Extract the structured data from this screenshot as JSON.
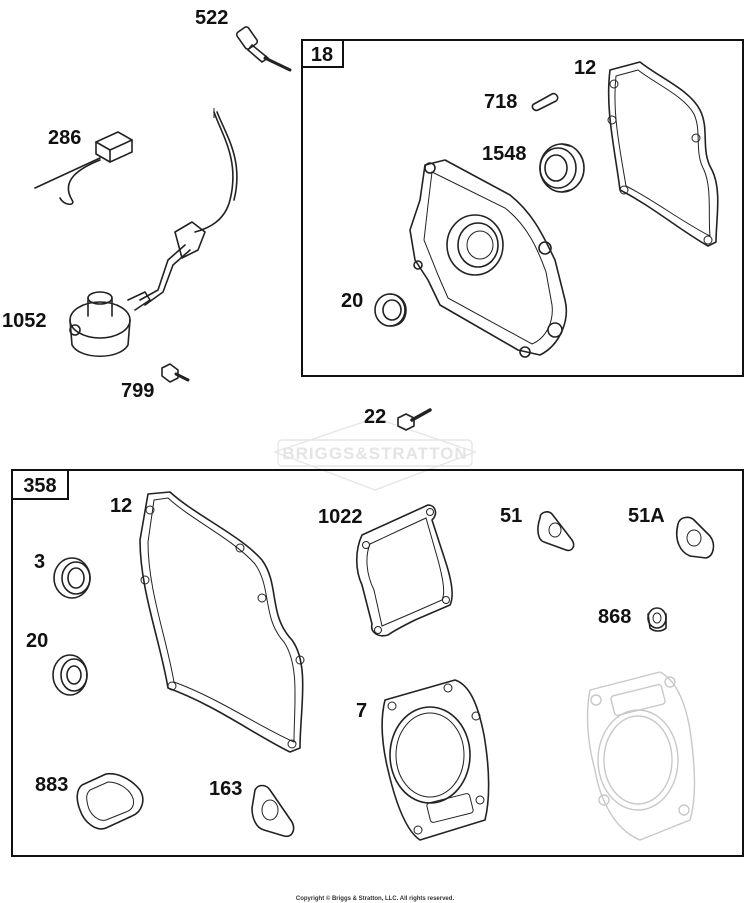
{
  "watermark": "BRIGGS&STRATTON",
  "copyright": "Copyright © Briggs & Stratton, LLC. All rights reserved.",
  "boxes": {
    "crankcase_cover": "18",
    "gasket_set": "358"
  },
  "labels": {
    "p522": "522",
    "p286": "286",
    "p1052": "1052",
    "p799": "799",
    "p22": "22",
    "p12_top": "12",
    "p718": "718",
    "p1548": "1548",
    "p20_top": "20",
    "p12_set": "12",
    "p1022": "1022",
    "p51": "51",
    "p51A": "51A",
    "p3": "3",
    "p20_set": "20",
    "p868": "868",
    "p7": "7",
    "p883": "883",
    "p163": "163"
  }
}
